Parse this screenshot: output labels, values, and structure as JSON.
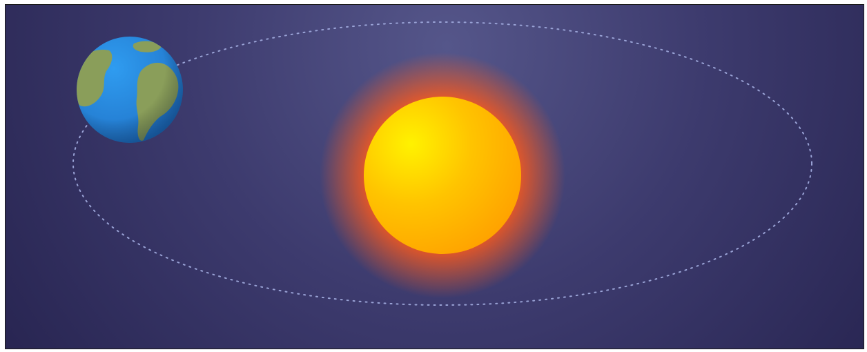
{
  "diagram": {
    "subjects": [
      "earth",
      "sun",
      "orbit"
    ],
    "colors": {
      "space_center": "#55568a",
      "space_mid": "#3d3b6e",
      "space_edge": "#26234f",
      "orbit": "#9aa3d6",
      "sun_core": "#fff200",
      "sun_mid": "#ffc400",
      "sun_edge": "#ff9d00",
      "sun_glow": "#ff5a1a",
      "earth_ocean": "#2f9cf0",
      "earth_ocean_dark": "#1f6fc4",
      "earth_land": "#8a9e5a"
    },
    "icons": {
      "earth": "earth-icon",
      "sun": "sun-icon"
    }
  }
}
